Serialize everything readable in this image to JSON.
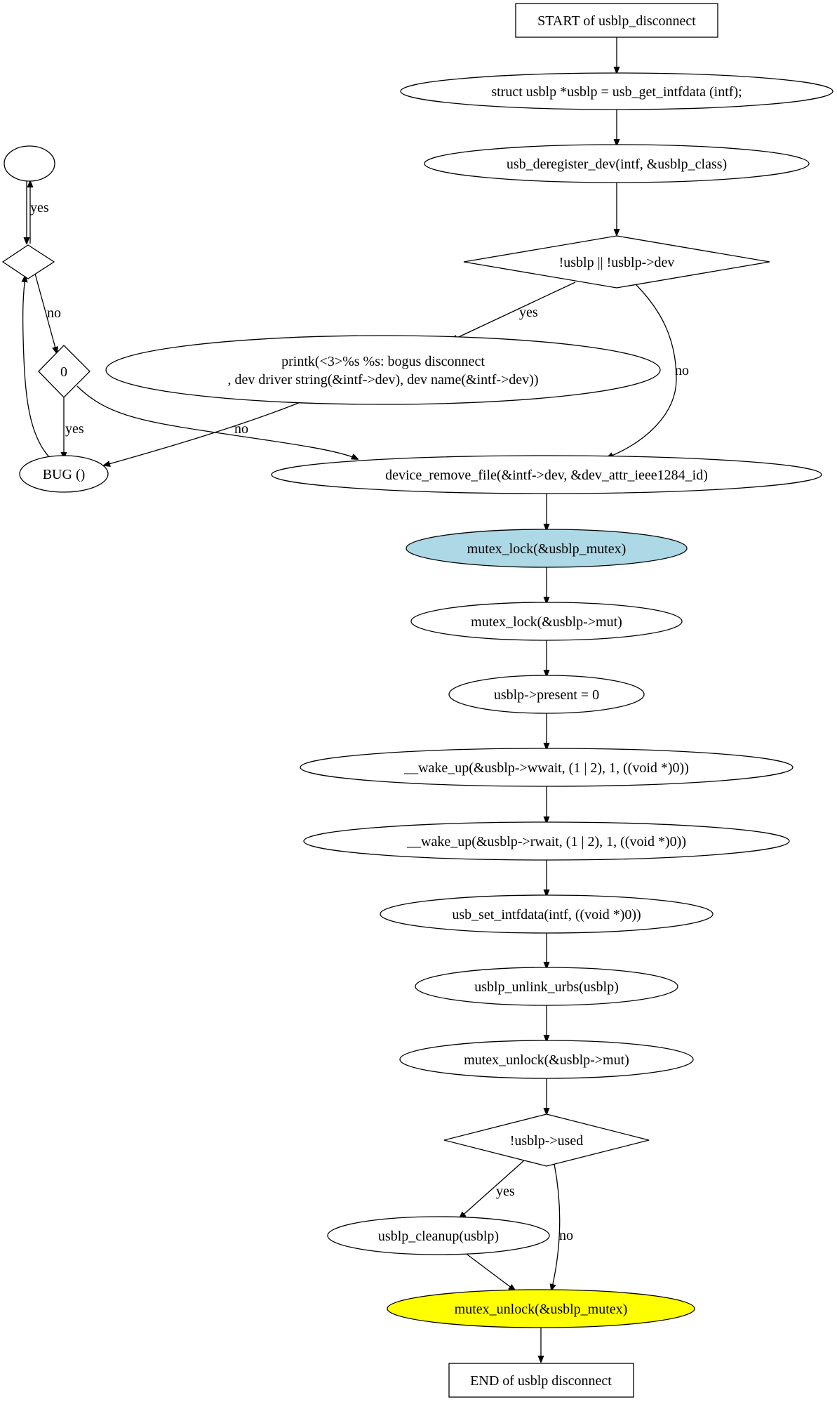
{
  "diagram": {
    "colors": {
      "default_fill": "#ffffff",
      "stroke": "#000000",
      "mutex_lock_fill": "#add8e6",
      "mutex_unlock_fill": "#ffff00"
    },
    "nodes": {
      "start": {
        "label": "START of usblp_disconnect",
        "shape": "rectangle"
      },
      "get_intfdata": {
        "label": "struct usblp *usblp = usb_get_intfdata (intf);",
        "shape": "ellipse"
      },
      "deregister": {
        "label": "usb_deregister_dev(intf, &usblp_class)",
        "shape": "ellipse"
      },
      "check_usblp": {
        "label": "!usblp || !usblp->dev",
        "shape": "diamond"
      },
      "printk": {
        "label_line1": "printk(<3>%s %s: bogus disconnect",
        "label_line2": ", dev  driver  string(&intf->dev), dev  name(&intf->dev))",
        "shape": "ellipse"
      },
      "empty_top": {
        "label": "",
        "shape": "ellipse"
      },
      "empty_diamond": {
        "label": "",
        "shape": "diamond"
      },
      "zero_check": {
        "label": "0",
        "shape": "diamond"
      },
      "bug": {
        "label": "BUG ()",
        "shape": "ellipse"
      },
      "remove_file": {
        "label": "device_remove_file(&intf->dev, &dev_attr_ieee1284_id)",
        "shape": "ellipse"
      },
      "lock_global": {
        "label": "mutex_lock(&usblp_mutex)",
        "shape": "ellipse"
      },
      "lock_mut": {
        "label": "mutex_lock(&usblp->mut)",
        "shape": "ellipse"
      },
      "present": {
        "label": "usblp->present = 0",
        "shape": "ellipse"
      },
      "wake_wwait": {
        "label": "__wake_up(&usblp->wwait, (1 | 2), 1, ((void *)0))",
        "shape": "ellipse"
      },
      "wake_rwait": {
        "label": "__wake_up(&usblp->rwait, (1 | 2), 1, ((void *)0))",
        "shape": "ellipse"
      },
      "set_intfdata": {
        "label": "usb_set_intfdata(intf, ((void *)0))",
        "shape": "ellipse"
      },
      "unlink_urbs": {
        "label": "usblp_unlink_urbs(usblp)",
        "shape": "ellipse"
      },
      "unlock_mut": {
        "label": "mutex_unlock(&usblp->mut)",
        "shape": "ellipse"
      },
      "check_used": {
        "label": "!usblp->used",
        "shape": "diamond"
      },
      "cleanup": {
        "label": "usblp_cleanup(usblp)",
        "shape": "ellipse"
      },
      "unlock_global": {
        "label": "mutex_unlock(&usblp_mutex)",
        "shape": "ellipse"
      },
      "end": {
        "label": "END of usblp  disconnect",
        "shape": "rectangle"
      }
    },
    "edges": [
      {
        "from": "start",
        "to": "get_intfdata",
        "label": ""
      },
      {
        "from": "get_intfdata",
        "to": "deregister",
        "label": ""
      },
      {
        "from": "deregister",
        "to": "check_usblp",
        "label": ""
      },
      {
        "from": "check_usblp",
        "to": "printk",
        "label": "yes"
      },
      {
        "from": "check_usblp",
        "to": "remove_file",
        "label": "no"
      },
      {
        "from": "printk",
        "to": "bug",
        "label": "no"
      },
      {
        "from": "empty_diamond",
        "to": "empty_top",
        "label": "yes"
      },
      {
        "from": "empty_top",
        "to": "empty_diamond",
        "label": ""
      },
      {
        "from": "empty_diamond",
        "to": "zero_check",
        "label": "no"
      },
      {
        "from": "zero_check",
        "to": "bug",
        "label": "yes"
      },
      {
        "from": "zero_check",
        "to": "remove_file",
        "label": ""
      },
      {
        "from": "bug",
        "to": "empty_diamond",
        "label": ""
      },
      {
        "from": "remove_file",
        "to": "lock_global",
        "label": ""
      },
      {
        "from": "lock_global",
        "to": "lock_mut",
        "label": ""
      },
      {
        "from": "lock_mut",
        "to": "present",
        "label": ""
      },
      {
        "from": "present",
        "to": "wake_wwait",
        "label": ""
      },
      {
        "from": "wake_wwait",
        "to": "wake_rwait",
        "label": ""
      },
      {
        "from": "wake_rwait",
        "to": "set_intfdata",
        "label": ""
      },
      {
        "from": "set_intfdata",
        "to": "unlink_urbs",
        "label": ""
      },
      {
        "from": "unlink_urbs",
        "to": "unlock_mut",
        "label": ""
      },
      {
        "from": "unlock_mut",
        "to": "check_used",
        "label": ""
      },
      {
        "from": "check_used",
        "to": "cleanup",
        "label": "yes"
      },
      {
        "from": "check_used",
        "to": "unlock_global",
        "label": "no"
      },
      {
        "from": "cleanup",
        "to": "unlock_global",
        "label": ""
      },
      {
        "from": "unlock_global",
        "to": "end",
        "label": ""
      }
    ]
  }
}
